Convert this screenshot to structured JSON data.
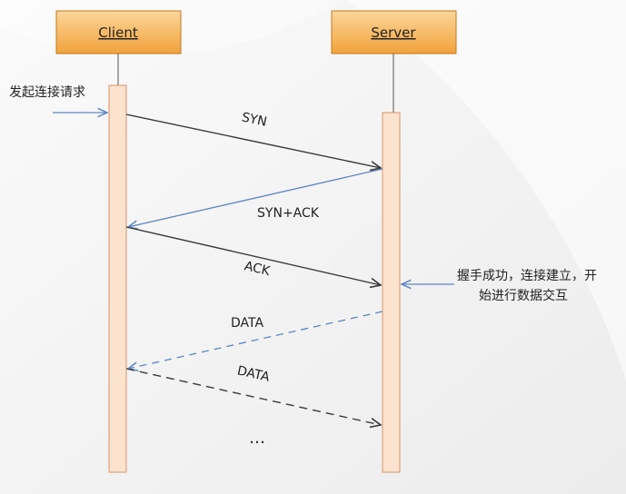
{
  "participants": {
    "client": "Client",
    "server": "Server"
  },
  "notes": {
    "initiate": "发起连接请求",
    "established_line1": "握手成功，连接建立，开",
    "established_line2": "始进行数据交互"
  },
  "messages": [
    {
      "label": "SYN",
      "from": "client",
      "to": "server",
      "style": "solid",
      "color": "#3a3a3a"
    },
    {
      "label": "SYN+ACK",
      "from": "server",
      "to": "client",
      "style": "solid",
      "color": "#5b86c4"
    },
    {
      "label": "ACK",
      "from": "client",
      "to": "server",
      "style": "solid",
      "color": "#3a3a3a"
    },
    {
      "label": "DATA",
      "from": "server",
      "to": "client",
      "style": "dashed",
      "color": "#5b86c4"
    },
    {
      "label": "DATA",
      "from": "client",
      "to": "server",
      "style": "dashed",
      "color": "#3a3a3a"
    }
  ],
  "ellipsis": "…",
  "colors": {
    "participant_fill": "#f7b85a",
    "participant_border": "#c07a1e",
    "activation_fill": "#fbe3cf",
    "activation_border": "#d8956a",
    "note_arrow": "#5b86c4"
  }
}
